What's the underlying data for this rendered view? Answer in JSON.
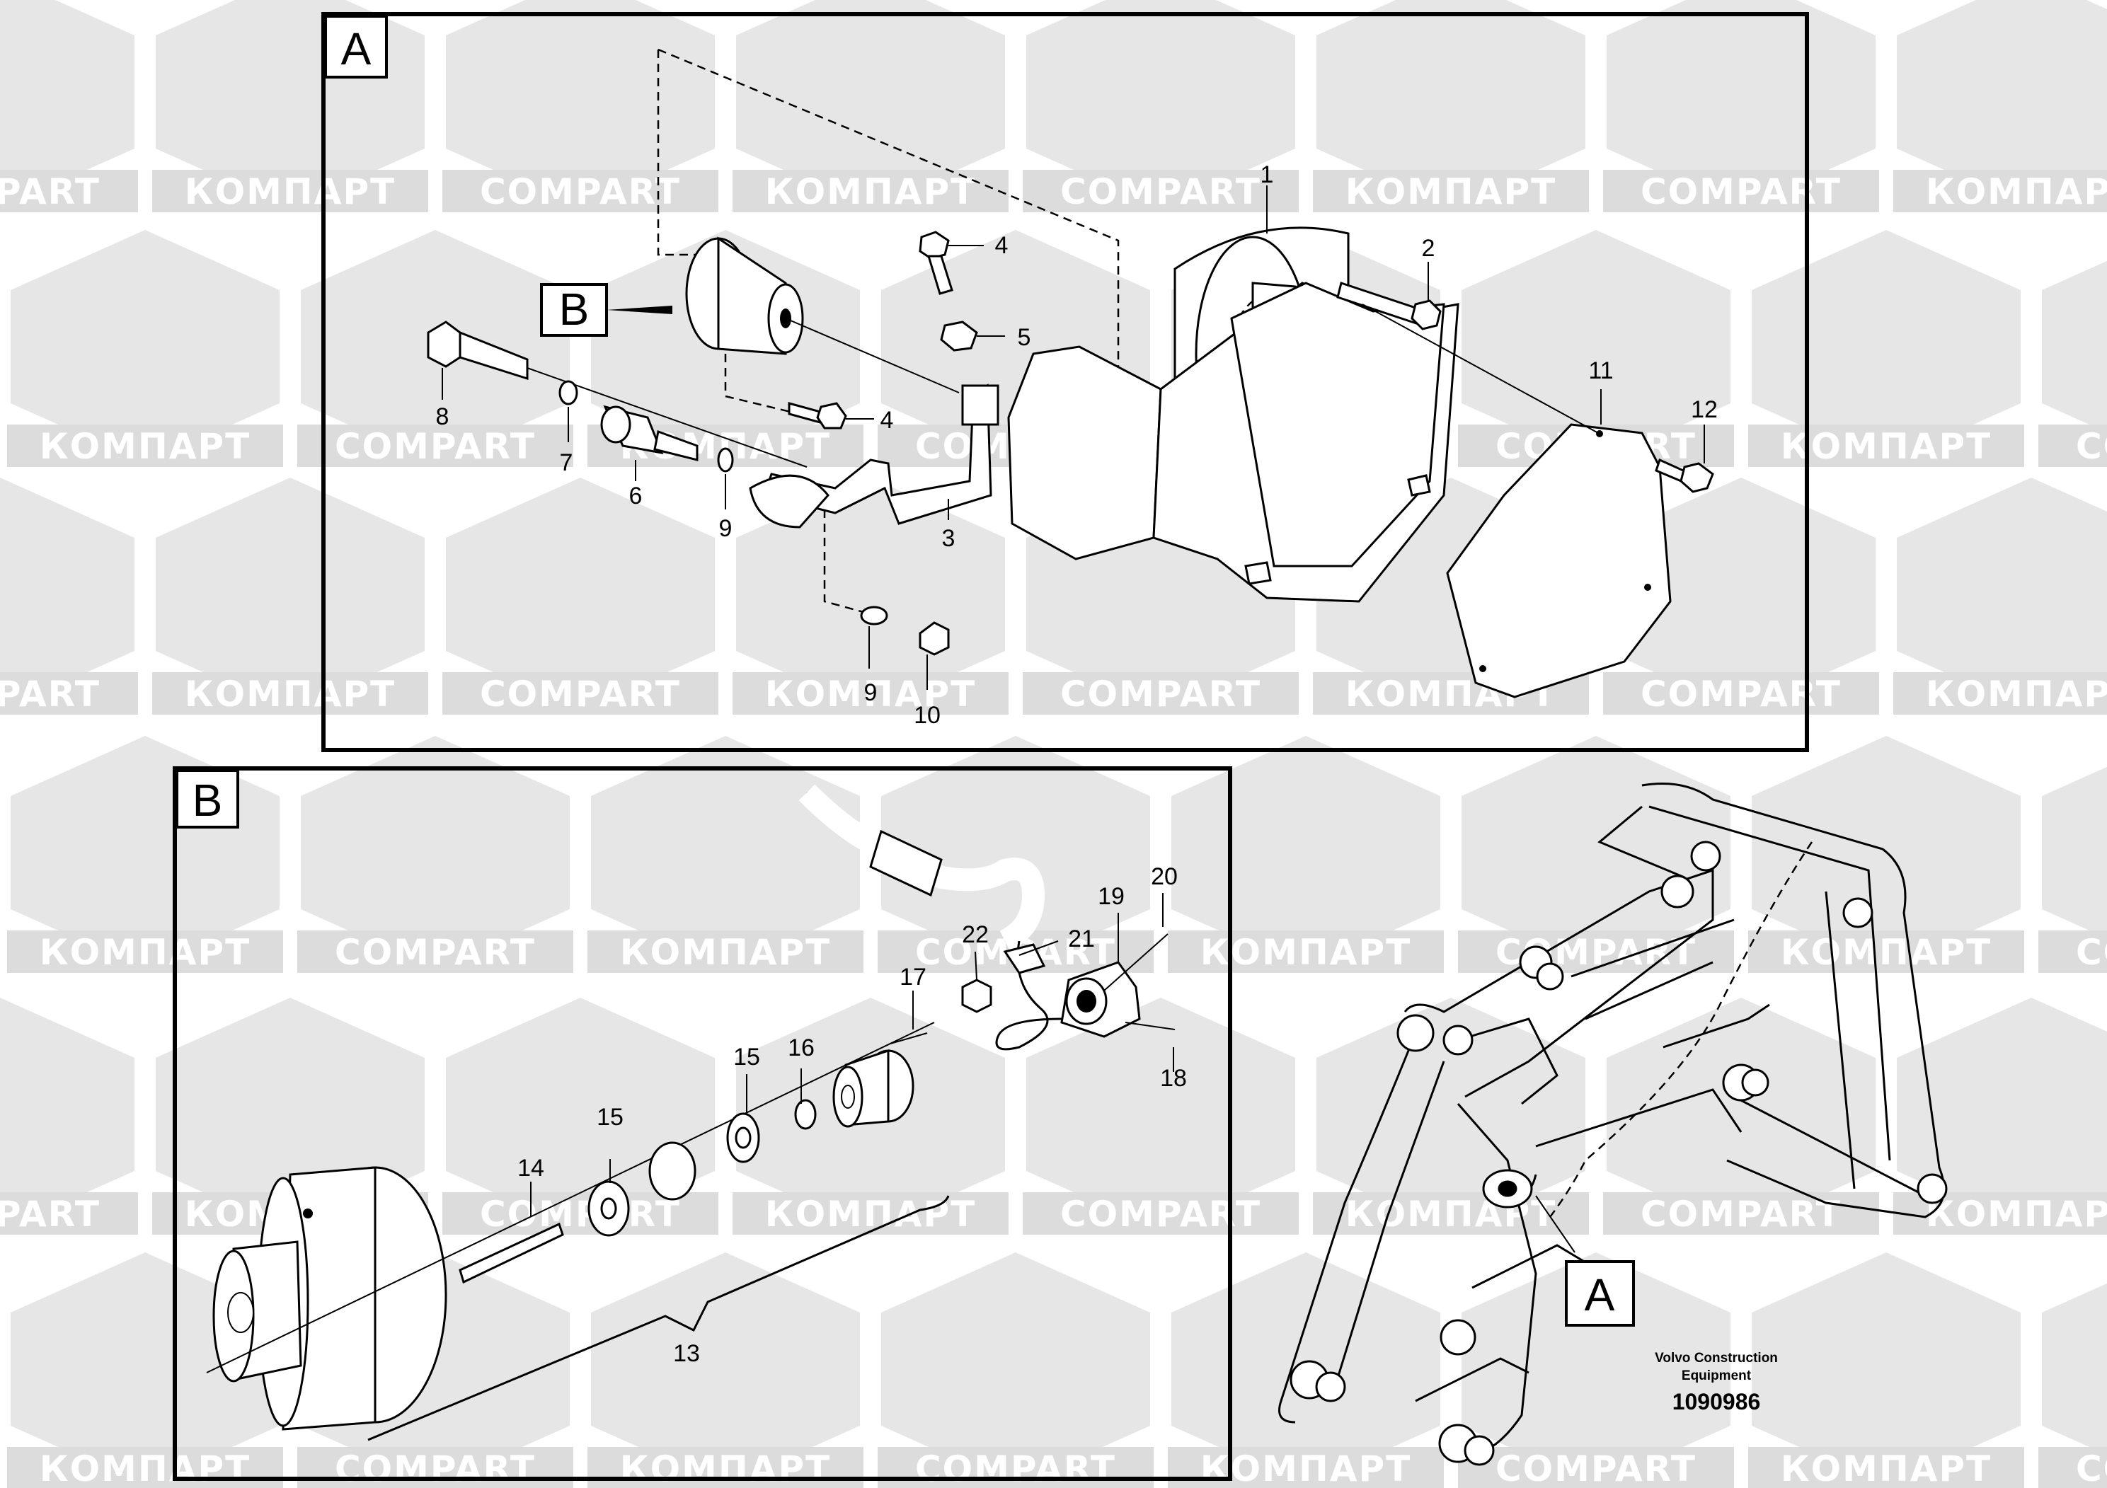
{
  "watermark": {
    "latin": "COMPART",
    "cyrillic": "КОМПАРТ"
  },
  "panel_a": {
    "label": "A",
    "detail_ref": "B",
    "callouts": [
      "1",
      "2",
      "3",
      "4",
      "4",
      "5",
      "6",
      "7",
      "8",
      "9",
      "9",
      "10",
      "11",
      "12"
    ]
  },
  "panel_b": {
    "label": "B",
    "callouts": [
      "13",
      "14",
      "15",
      "15",
      "16",
      "17",
      "18",
      "19",
      "20",
      "21",
      "22"
    ]
  },
  "overview": {
    "location_ref": "A"
  },
  "footer": {
    "brand_line1": "Volvo Construction",
    "brand_line2": "Equipment",
    "figure_number": "1090986"
  }
}
